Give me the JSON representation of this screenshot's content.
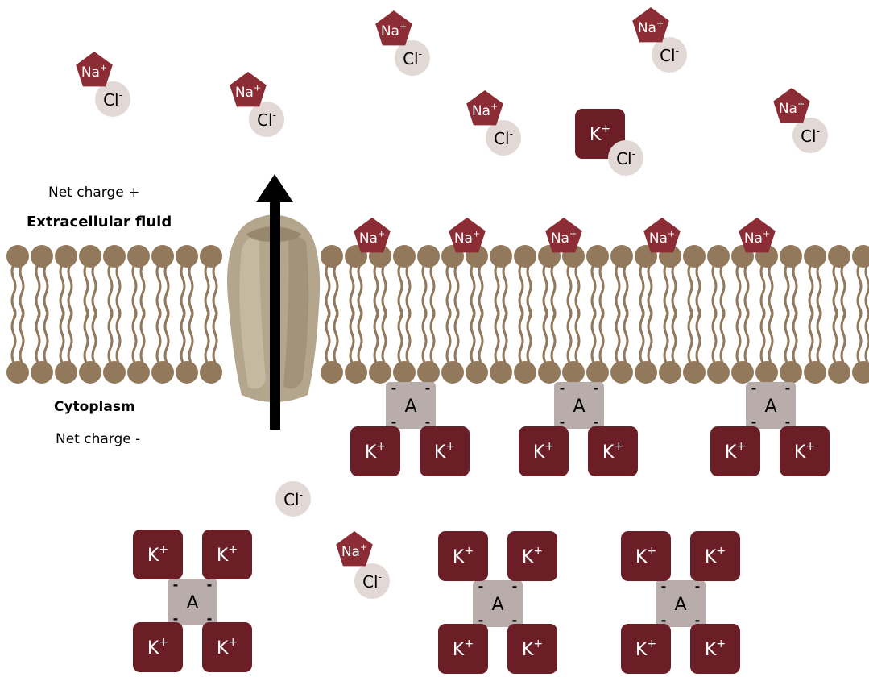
{
  "labels": {
    "net_charge_top": "Net charge +",
    "extracellular": "Extracellular fluid",
    "cytoplasm": "Cytoplasm",
    "net_charge_bottom": "Net charge -"
  },
  "ions": {
    "sodium": {
      "base": "Na",
      "charge": "+"
    },
    "chloride": {
      "base": "Cl",
      "charge": "-"
    },
    "potassium": {
      "base": "K",
      "charge": "+"
    },
    "anion": {
      "text": "A"
    },
    "minus_sign": "-"
  },
  "colors": {
    "membrane": "#93795b",
    "sodium": "#8c2c34",
    "potassium": "#6b1e26",
    "chloride": "#e2d9d6",
    "anion": "#b9adab",
    "channel": "#b3a68d",
    "arrow": "#000000"
  }
}
